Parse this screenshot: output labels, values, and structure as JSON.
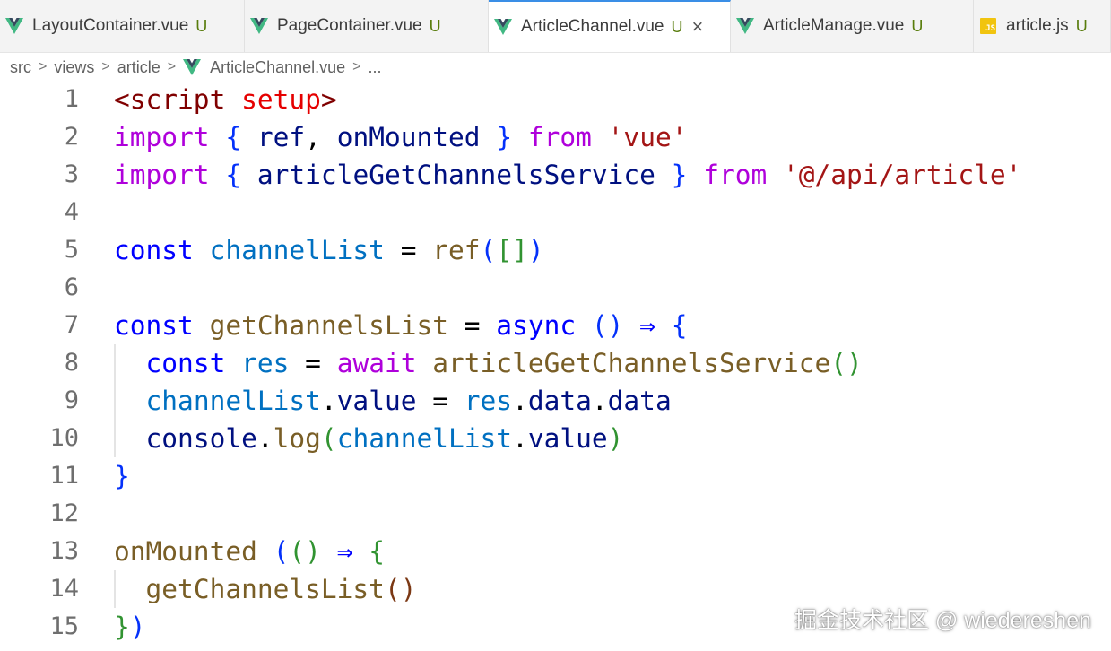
{
  "tabs": [
    {
      "name": "LayoutContainer.vue",
      "status": "U",
      "icon": "vue-icon"
    },
    {
      "name": "PageContainer.vue",
      "status": "U",
      "icon": "vue-icon"
    },
    {
      "name": "ArticleChannel.vue",
      "status": "U",
      "icon": "vue-icon",
      "active": true,
      "close": "×"
    },
    {
      "name": "ArticleManage.vue",
      "status": "U",
      "icon": "vue-icon"
    },
    {
      "name": "article.js",
      "status": "U",
      "icon": "js-icon",
      "icon_text": "JS"
    }
  ],
  "breadcrumb": {
    "parts": [
      "src",
      "views",
      "article",
      "ArticleChannel.vue",
      "..."
    ],
    "separator": ">"
  },
  "editor": {
    "line_numbers": [
      "1",
      "2",
      "3",
      "4",
      "5",
      "6",
      "7",
      "8",
      "9",
      "10",
      "11",
      "12",
      "13",
      "14",
      "15"
    ],
    "lines": [
      [
        {
          "t": "<script",
          "c": "k-tag"
        },
        {
          "t": " "
        },
        {
          "t": "setup",
          "c": "k-attr"
        },
        {
          "t": ">",
          "c": "k-tag"
        }
      ],
      [
        {
          "t": "import",
          "c": "k-ctrl"
        },
        {
          "t": " "
        },
        {
          "t": "{",
          "c": "br1"
        },
        {
          "t": " "
        },
        {
          "t": "ref",
          "c": "k-var"
        },
        {
          "t": ", "
        },
        {
          "t": "onMounted",
          "c": "k-var"
        },
        {
          "t": " "
        },
        {
          "t": "}",
          "c": "br1"
        },
        {
          "t": " "
        },
        {
          "t": "from",
          "c": "k-ctrl"
        },
        {
          "t": " "
        },
        {
          "t": "'vue'",
          "c": "k-str"
        }
      ],
      [
        {
          "t": "import",
          "c": "k-ctrl"
        },
        {
          "t": " "
        },
        {
          "t": "{",
          "c": "br1"
        },
        {
          "t": " "
        },
        {
          "t": "articleGetChannelsService",
          "c": "k-var"
        },
        {
          "t": " "
        },
        {
          "t": "}",
          "c": "br1"
        },
        {
          "t": " "
        },
        {
          "t": "from",
          "c": "k-ctrl"
        },
        {
          "t": " "
        },
        {
          "t": "'@/api/article'",
          "c": "k-str"
        }
      ],
      [],
      [
        {
          "t": "const",
          "c": "k-decl"
        },
        {
          "t": " "
        },
        {
          "t": "channelList",
          "c": "k-const"
        },
        {
          "t": " = "
        },
        {
          "t": "ref",
          "c": "k-fn"
        },
        {
          "t": "(",
          "c": "br1"
        },
        {
          "t": "[]",
          "c": "br2"
        },
        {
          "t": ")",
          "c": "br1"
        }
      ],
      [],
      [
        {
          "t": "const",
          "c": "k-decl"
        },
        {
          "t": " "
        },
        {
          "t": "getChannelsList",
          "c": "k-fn"
        },
        {
          "t": " = "
        },
        {
          "t": "async",
          "c": "k-decl"
        },
        {
          "t": " "
        },
        {
          "t": "()",
          "c": "br1"
        },
        {
          "t": " "
        },
        {
          "t": "⇒",
          "c": "k-decl"
        },
        {
          "t": " "
        },
        {
          "t": "{",
          "c": "br1"
        }
      ],
      [
        {
          "t": "  "
        },
        {
          "t": "const",
          "c": "k-decl"
        },
        {
          "t": " "
        },
        {
          "t": "res",
          "c": "k-const"
        },
        {
          "t": " = "
        },
        {
          "t": "await",
          "c": "k-ctrl"
        },
        {
          "t": " "
        },
        {
          "t": "articleGetChannelsService",
          "c": "k-fn"
        },
        {
          "t": "()",
          "c": "br2"
        }
      ],
      [
        {
          "t": "  "
        },
        {
          "t": "channelList",
          "c": "k-const"
        },
        {
          "t": "."
        },
        {
          "t": "value",
          "c": "k-var"
        },
        {
          "t": " = "
        },
        {
          "t": "res",
          "c": "k-const"
        },
        {
          "t": "."
        },
        {
          "t": "data",
          "c": "k-var"
        },
        {
          "t": "."
        },
        {
          "t": "data",
          "c": "k-var"
        }
      ],
      [
        {
          "t": "  "
        },
        {
          "t": "console",
          "c": "k-var"
        },
        {
          "t": "."
        },
        {
          "t": "log",
          "c": "k-fn"
        },
        {
          "t": "(",
          "c": "br2"
        },
        {
          "t": "channelList",
          "c": "k-const"
        },
        {
          "t": "."
        },
        {
          "t": "value",
          "c": "k-var"
        },
        {
          "t": ")",
          "c": "br2"
        }
      ],
      [
        {
          "t": "}",
          "c": "br1"
        }
      ],
      [],
      [
        {
          "t": "onMounted",
          "c": "k-fn"
        },
        {
          "t": " "
        },
        {
          "t": "(",
          "c": "br1"
        },
        {
          "t": "()",
          "c": "br2"
        },
        {
          "t": " "
        },
        {
          "t": "⇒",
          "c": "k-decl"
        },
        {
          "t": " "
        },
        {
          "t": "{",
          "c": "br2"
        }
      ],
      [
        {
          "t": "  "
        },
        {
          "t": "getChannelsList",
          "c": "k-fn"
        },
        {
          "t": "()",
          "c": "br3"
        }
      ],
      [
        {
          "t": "}",
          "c": "br2"
        },
        {
          "t": ")",
          "c": "br1"
        }
      ]
    ]
  },
  "watermark": "掘金技术社区 @ wiedereshen",
  "colors": {
    "vue_green": "#41b883",
    "vue_dark": "#35495e",
    "active_border": "#3a8ee6",
    "git_untracked": "#587c0c"
  }
}
